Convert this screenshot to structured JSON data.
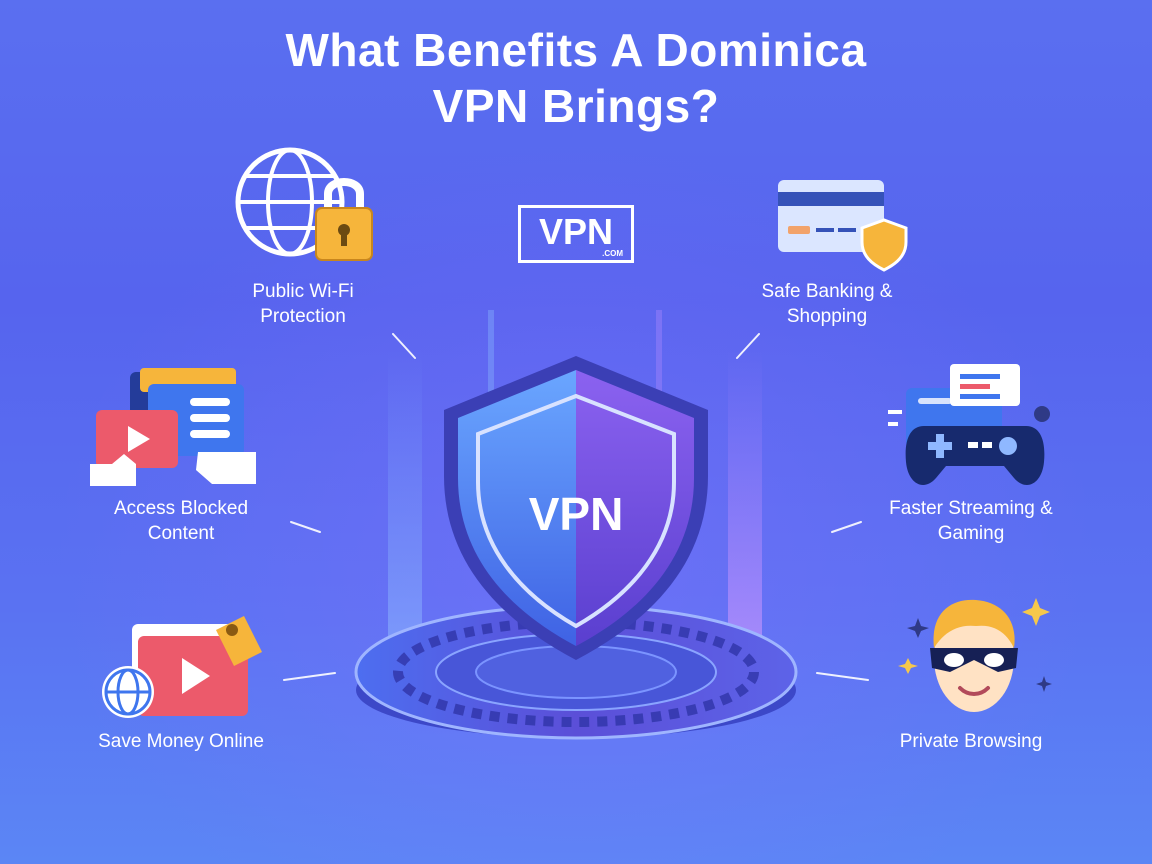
{
  "title": {
    "line1": "What Benefits A Dominica",
    "line2": "VPN Brings?"
  },
  "logo": {
    "main": "VPN",
    "sub": ".COM"
  },
  "centerpiece": {
    "shield_label": "VPN"
  },
  "benefits": {
    "wifi": {
      "line1": "Public Wi-Fi",
      "line2": "Protection",
      "icon": "globe-lock-icon"
    },
    "banking": {
      "line1": "Safe Banking &",
      "line2": "Shopping",
      "icon": "credit-card-shield-icon"
    },
    "blocked": {
      "line1": "Access Blocked",
      "line2": "Content",
      "icon": "video-hand-icon"
    },
    "streaming": {
      "line1": "Faster Streaming &",
      "line2": "Gaming",
      "icon": "gamepad-icon"
    },
    "money": {
      "line1": "Save Money Online",
      "icon": "video-globe-tag-icon"
    },
    "private": {
      "line1": "Private Browsing",
      "icon": "masked-person-icon"
    }
  },
  "colors": {
    "background_top": "#5a6ff0",
    "background_bottom": "#5b86f5",
    "shield_left": "#4f7df3",
    "shield_right": "#6a4fe0",
    "accent_yellow": "#f6b53b",
    "accent_red": "#ec5a6b"
  }
}
